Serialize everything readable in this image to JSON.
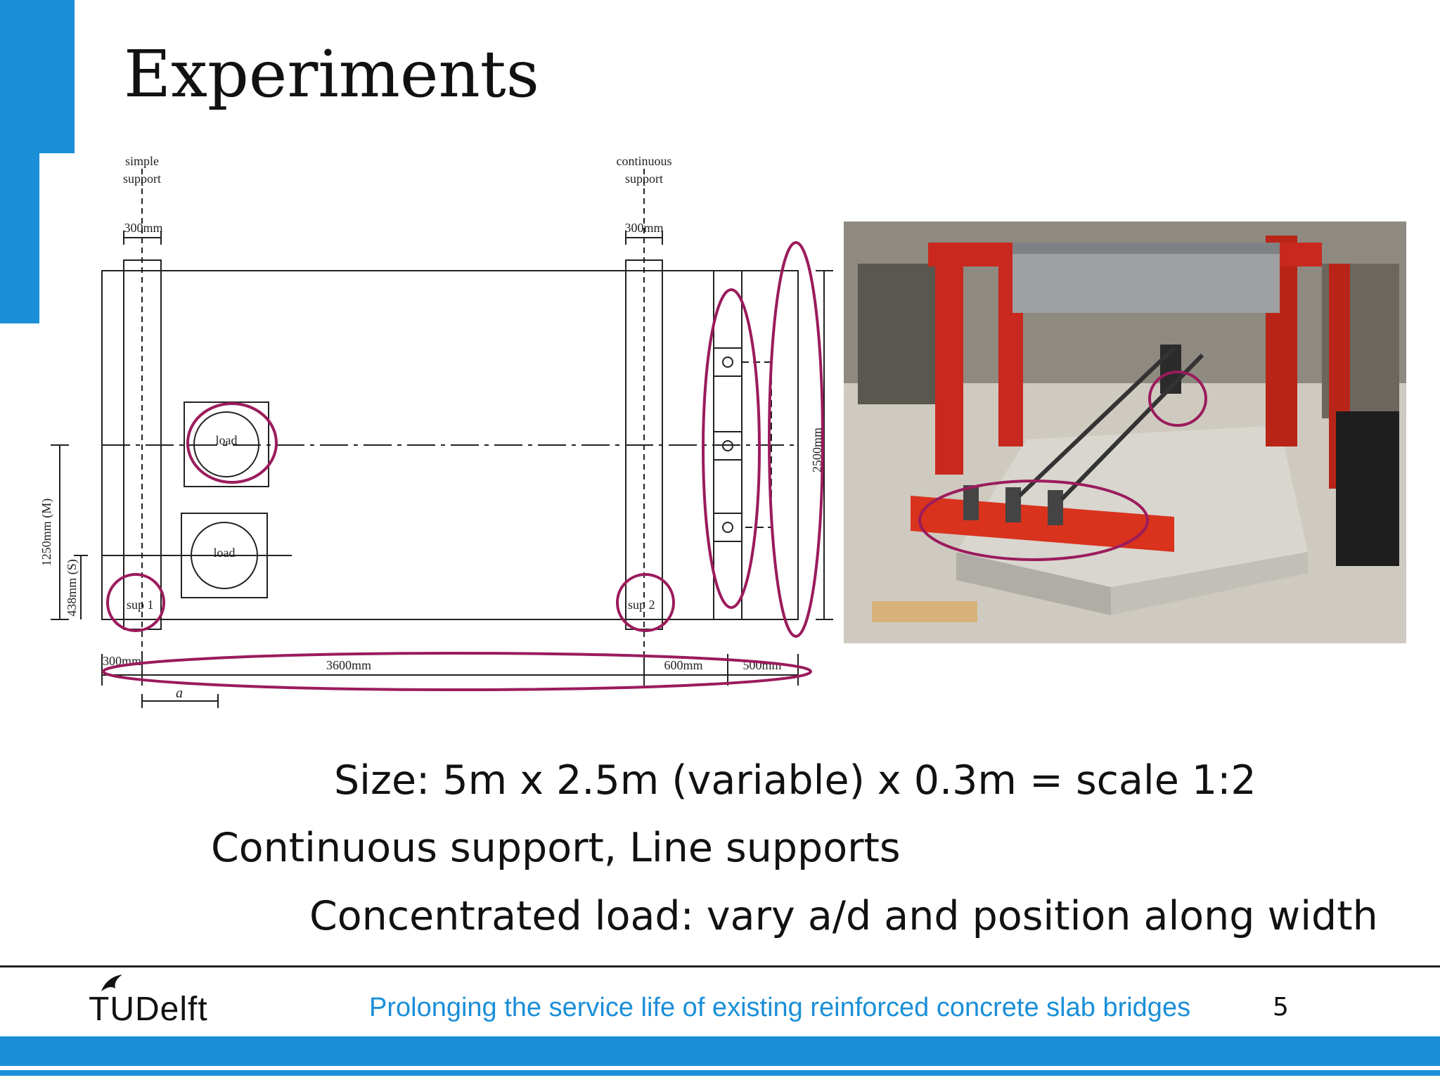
{
  "slide": {
    "title": "Experiments",
    "bullets": [
      "Size: 5m x 2.5m (variable) x 0.3m = scale 1:2",
      "Continuous support, Line supports",
      "Concentrated load: vary a/d and position along width"
    ],
    "footer_tagline": "Prolonging the service life of existing reinforced concrete slab bridges",
    "page_number": "5",
    "logo_text": "TUDelft"
  },
  "drawing": {
    "label_simple": "simple",
    "label_simple_2": "support",
    "label_continuous": "continuous",
    "label_continuous_2": "support",
    "dim_300_left": "300mm",
    "dim_300_right": "300mm",
    "load_1": "load",
    "load_2": "load",
    "sup_1": "sup 1",
    "sup_2": "sup 2",
    "dim_bottom_300": "300mm",
    "dim_3600": "3600mm",
    "dim_600": "600mm",
    "dim_500": "500mm",
    "dim_a": "a",
    "dim_2500": "2500mm",
    "dim_1250": "1250mm (M)",
    "dim_438": "438mm (S)"
  },
  "colors": {
    "accent_blue": "#1a8fd8",
    "highlight": "#9b1b5c"
  }
}
